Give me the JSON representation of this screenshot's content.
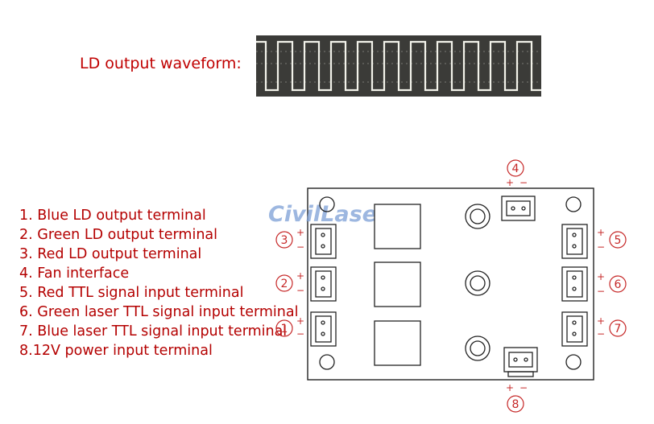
{
  "waveform": {
    "label": "LD output waveform:"
  },
  "terminals": [
    "1. Blue LD output terminal",
    "2. Green LD output terminal",
    "3. Red LD output terminal",
    "4. Fan interface",
    "5. Red TTL signal input terminal",
    "6. Green laser TTL signal input terminal",
    "7. Blue laser TTL signal input terminal",
    "8.12V power input terminal"
  ],
  "board": {
    "watermark": "CivilLaser",
    "markers": {
      "m1": "1",
      "m2": "2",
      "m3": "3",
      "m4": "4",
      "m5": "5",
      "m6": "6",
      "m7": "7",
      "m8": "8"
    },
    "polarity": {
      "plus": "+",
      "minus": "−"
    }
  },
  "colors": {
    "label_red": "#b40000",
    "marker_red": "#c62828",
    "board_line": "#222222",
    "watermark_blue": "#7d9fd6"
  }
}
